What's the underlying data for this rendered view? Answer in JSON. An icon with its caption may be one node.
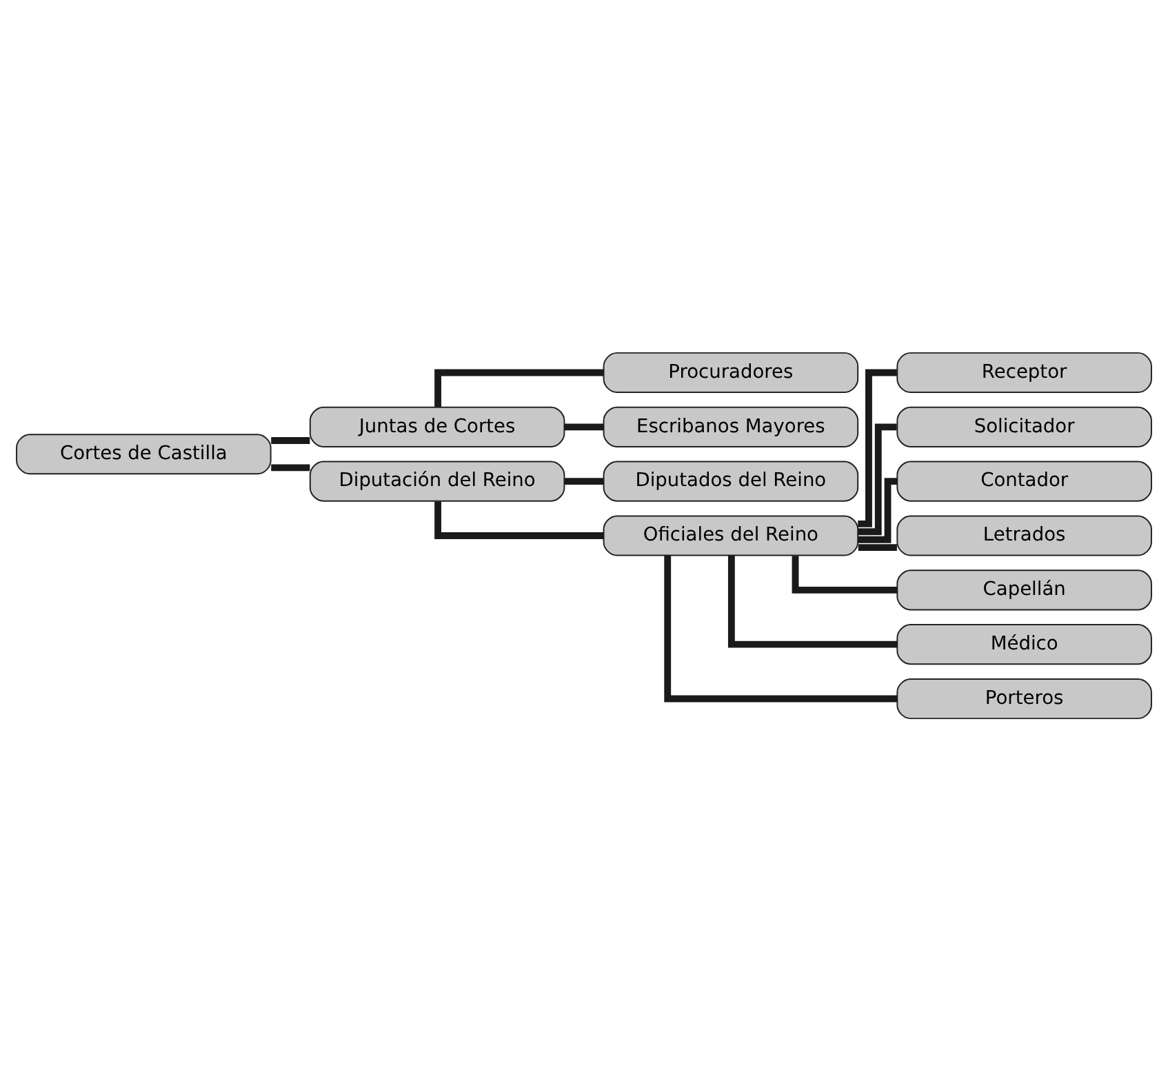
{
  "diagram": {
    "nodes": [
      {
        "text": [
          "Cortes de Castilla"
        ]
      },
      {
        "text": [
          "Juntas de Cortes"
        ]
      },
      {
        "text": [
          "Procuradores"
        ]
      },
      {
        "text": [
          "Escribanos Mayores"
        ]
      },
      {
        "text": [
          "Diputación del Reino"
        ]
      },
      {
        "text": [
          "Diputados del Reino"
        ]
      },
      {
        "text": [
          "Oficiales del Reino"
        ]
      },
      {
        "text": [
          "Receptor"
        ]
      },
      {
        "text": [
          "Solicitador"
        ]
      },
      {
        "text": [
          "Contador"
        ]
      },
      {
        "text": [
          "Letrados"
        ]
      },
      {
        "text": [
          "Capellán"
        ]
      },
      {
        "text": [
          "Médico"
        ]
      },
      {
        "text": [
          "Porteros"
        ]
      }
    ],
    "edges": [
      {
        "from": 0,
        "to": 1,
        "arrow": "none"
      },
      {
        "from": 0,
        "to": 4,
        "arrow": "none"
      },
      {
        "from": 1,
        "to": 2,
        "arrow": "none"
      },
      {
        "from": 1,
        "to": 3,
        "arrow": "none"
      },
      {
        "from": 4,
        "to": 5,
        "arrow": "none"
      },
      {
        "from": 4,
        "to": 6,
        "arrow": "none"
      },
      {
        "from": 6,
        "to": 7,
        "arrow": "none"
      },
      {
        "from": 6,
        "to": 8,
        "arrow": "none"
      },
      {
        "from": 6,
        "to": 9,
        "arrow": "none"
      },
      {
        "from": 6,
        "to": 10,
        "arrow": "none"
      },
      {
        "from": 6,
        "to": 11,
        "arrow": "none"
      },
      {
        "from": 6,
        "to": 12,
        "arrow": "none"
      },
      {
        "from": 6,
        "to": 13,
        "arrow": "none"
      }
    ]
  }
}
